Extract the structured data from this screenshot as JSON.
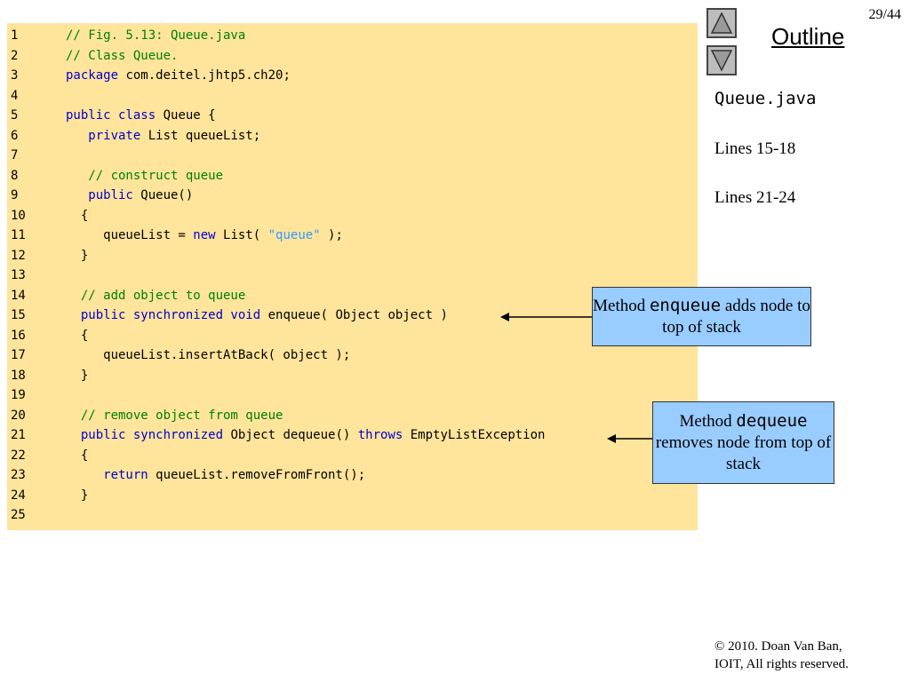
{
  "page_number": "29/44",
  "outline": {
    "title": "Outline",
    "up_button": "triangle-up-icon",
    "down_button": "triangle-down-icon"
  },
  "sidebar": {
    "file": "Queue.java",
    "links": [
      "Lines 15-18",
      "Lines 21-24"
    ]
  },
  "code_lines": [
    {
      "n": "1",
      "tokens": [
        {
          "t": "// Fig. 5.13: Queue.java",
          "c": "cm"
        }
      ]
    },
    {
      "n": "2",
      "tokens": [
        {
          "t": "// Class Queue.",
          "c": "cm"
        }
      ]
    },
    {
      "n": "3",
      "tokens": [
        {
          "t": "package",
          "c": "kw"
        },
        {
          "t": " com.deitel.jhtp5.ch20;",
          "c": "pl"
        }
      ]
    },
    {
      "n": "4",
      "tokens": []
    },
    {
      "n": "5",
      "tokens": [
        {
          "t": "public class",
          "c": "kw"
        },
        {
          "t": " Queue {",
          "c": "pl"
        }
      ]
    },
    {
      "n": "6",
      "tokens": [
        {
          "t": "   private",
          "c": "kw"
        },
        {
          "t": " List queueList;",
          "c": "pl"
        }
      ]
    },
    {
      "n": "7",
      "tokens": []
    },
    {
      "n": "8",
      "tokens": [
        {
          "t": "   // construct queue",
          "c": "cm"
        }
      ]
    },
    {
      "n": "9",
      "tokens": [
        {
          "t": "   public",
          "c": "kw"
        },
        {
          "t": " Queue()",
          "c": "pl"
        }
      ]
    },
    {
      "n": "10",
      "tokens": [
        {
          "t": "  {",
          "c": "pl"
        }
      ]
    },
    {
      "n": "11",
      "tokens": [
        {
          "t": "     queueList = ",
          "c": "pl"
        },
        {
          "t": "new",
          "c": "kw"
        },
        {
          "t": " List( ",
          "c": "pl"
        },
        {
          "t": "\"queue\"",
          "c": "st"
        },
        {
          "t": " );",
          "c": "pl"
        }
      ]
    },
    {
      "n": "12",
      "tokens": [
        {
          "t": "  }",
          "c": "pl"
        }
      ]
    },
    {
      "n": "13",
      "tokens": []
    },
    {
      "n": "14",
      "tokens": [
        {
          "t": "  // add object to queue",
          "c": "cm"
        }
      ]
    },
    {
      "n": "15",
      "tokens": [
        {
          "t": "  public synchronized void",
          "c": "kw"
        },
        {
          "t": " enqueue( Object object )",
          "c": "pl"
        }
      ]
    },
    {
      "n": "16",
      "tokens": [
        {
          "t": "  {",
          "c": "pl"
        }
      ]
    },
    {
      "n": "17",
      "tokens": [
        {
          "t": "     queueList.insertAtBack( object );",
          "c": "pl"
        }
      ]
    },
    {
      "n": "18",
      "tokens": [
        {
          "t": "  }",
          "c": "pl"
        }
      ]
    },
    {
      "n": "19",
      "tokens": []
    },
    {
      "n": "20",
      "tokens": [
        {
          "t": "  // remove object from queue",
          "c": "cm"
        }
      ]
    },
    {
      "n": "21",
      "tokens": [
        {
          "t": "  public synchronized",
          "c": "kw"
        },
        {
          "t": " Object dequeue() ",
          "c": "pl"
        },
        {
          "t": "throws",
          "c": "kw"
        },
        {
          "t": " EmptyListException",
          "c": "pl"
        }
      ]
    },
    {
      "n": "22",
      "tokens": [
        {
          "t": "  {",
          "c": "pl"
        }
      ]
    },
    {
      "n": "23",
      "tokens": [
        {
          "t": "     return",
          "c": "kw"
        },
        {
          "t": " queueList.removeFromFront();",
          "c": "pl"
        }
      ]
    },
    {
      "n": "24",
      "tokens": [
        {
          "t": "  }",
          "c": "pl"
        }
      ]
    },
    {
      "n": "25",
      "tokens": []
    }
  ],
  "callouts": {
    "enqueue": {
      "prefix": "Method ",
      "code": "enqueue",
      "rest": " adds node to top of stack"
    },
    "dequeue": {
      "prefix": "Method ",
      "code": "dequeue",
      "rest": " removes node from top of stack"
    }
  },
  "footer": {
    "line1": "© 2010.  Doan Van Ban,",
    "line2": "IOIT, All rights reserved."
  },
  "colors": {
    "code_bg": "#ffe49c",
    "callout_bg": "#99ccff",
    "comment": "#008000",
    "keyword": "#0000cc",
    "string": "#3399ff"
  }
}
